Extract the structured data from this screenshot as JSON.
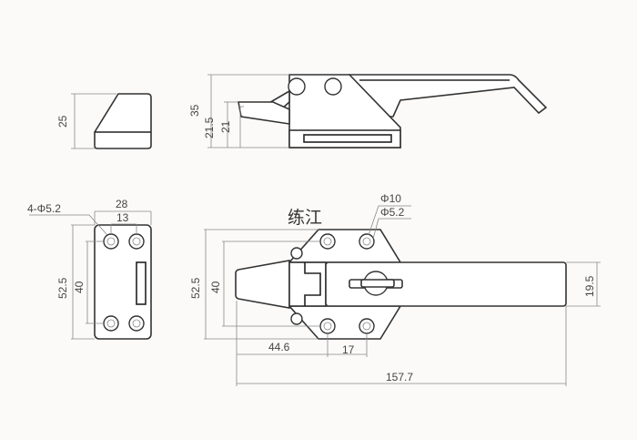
{
  "watermark": "练江",
  "dims": {
    "side_block_h": "25",
    "side_h_35": "35",
    "side_h_215": "21.5",
    "side_h_21": "21",
    "plate_holes": "4-Φ5.2",
    "plate_w": "28",
    "plate_w_inner": "13",
    "plate_h": "52.5",
    "plate_h_inner": "40",
    "main_h": "52.5",
    "main_h_inner": "40",
    "main_d10": "Φ10",
    "main_d52": "Φ5.2",
    "main_w_446": "44.6",
    "main_w_17": "17",
    "main_len": "157.7",
    "handle_h": "19.5"
  }
}
